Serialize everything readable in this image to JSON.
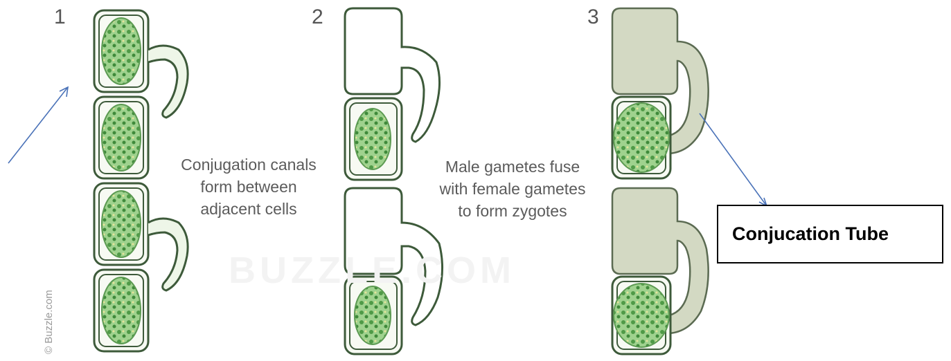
{
  "steps": [
    {
      "number": "1",
      "caption_lines": [
        "Conjugation canals",
        "form between",
        "adjacent cells"
      ]
    },
    {
      "number": "2",
      "caption_lines": [
        "Male gametes fuse",
        "with female gametes",
        "to form zygotes"
      ]
    },
    {
      "number": "3",
      "caption_lines": []
    }
  ],
  "watermark": "© Buzzle.com",
  "background_mark": "BUZZLE.COM",
  "label": {
    "text": "Conjucation Tube"
  },
  "colors": {
    "cell_outline": "#3d5a3a",
    "chloroplast": "#8cc97a",
    "cytoplasm_light": "#eef6e8",
    "zygote_fill": "#cfd6bf",
    "arrow": "#4a72b8"
  }
}
